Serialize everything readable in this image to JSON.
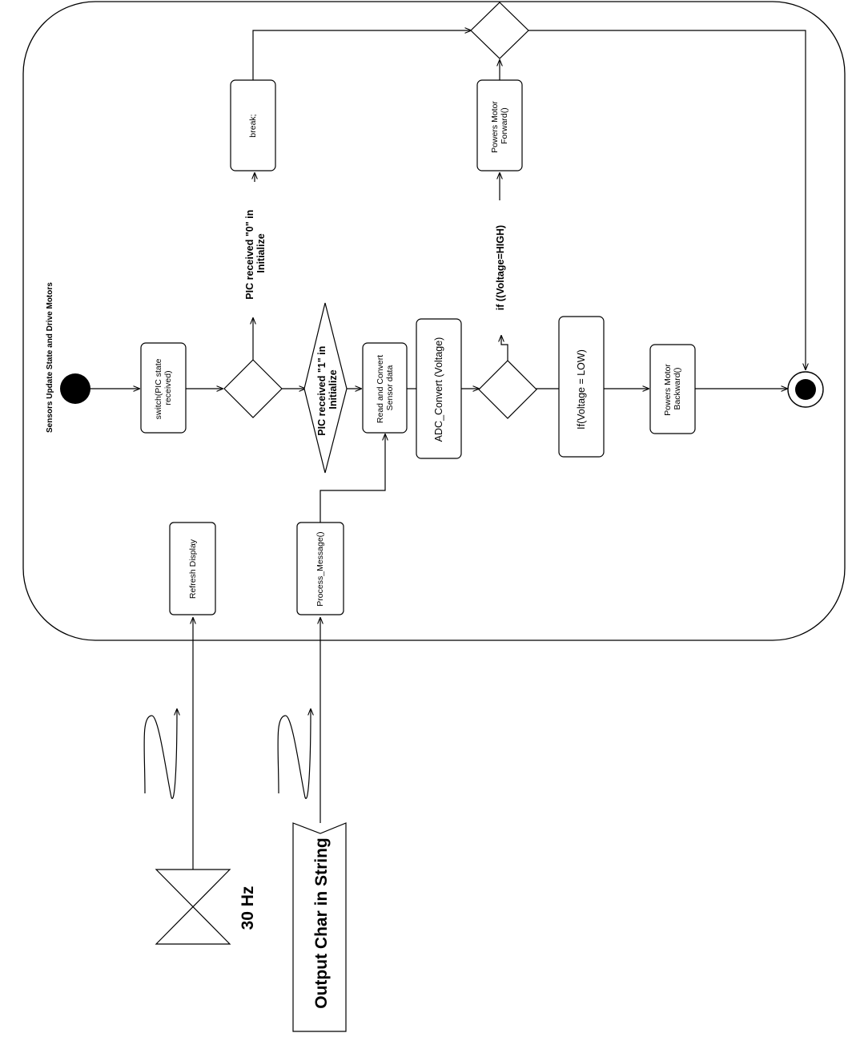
{
  "diagram": {
    "title": "Sensors Update State and Drive Motors",
    "actions": {
      "switch": [
        "switch(PIC state",
        "received)"
      ],
      "read_convert": [
        "Read and Convert",
        "Sensor data"
      ],
      "adc_convert": "ADC_Convert (Voltage)",
      "if_low": "If(Voltage = LOW)",
      "powers_backward": [
        "Powers Motor",
        "Backward()"
      ],
      "powers_forward": [
        "Powers Motor",
        "Forward()"
      ],
      "break": "break;",
      "refresh_display": "Refresh Display",
      "process_message": "Process_Message()"
    },
    "guards": {
      "received_1": [
        "PIC received \"1\" in",
        "Initialize"
      ],
      "received_0": [
        "PIC received \"0\" in",
        "Initialize"
      ],
      "if_high": "if ((Voltage=HIGH)"
    },
    "signals": {
      "output_char": "Output Char in String",
      "timer": "30 Hz"
    }
  }
}
